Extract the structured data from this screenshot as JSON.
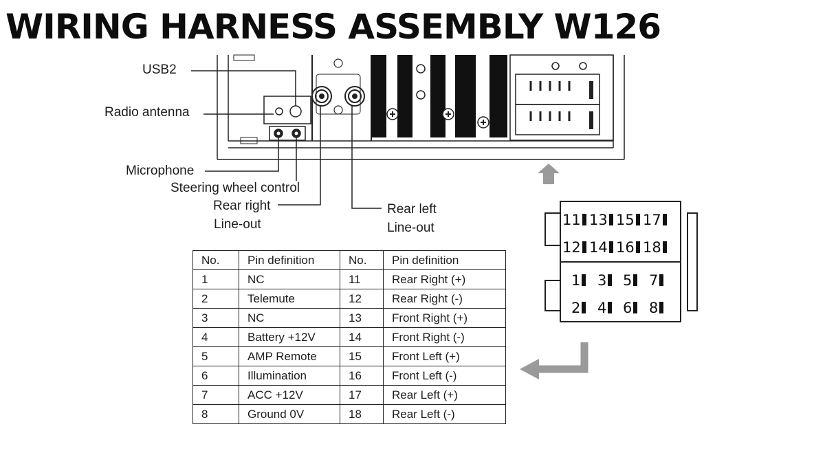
{
  "title": "WIRING HARNESS ASSEMBLY W126",
  "callouts": {
    "usb2": "USB2",
    "radio_antenna": "Radio antenna",
    "microphone": "Microphone",
    "steering_wheel_control": "Steering wheel control",
    "rear_right": "Rear right",
    "rear_right_lineout": "Line-out",
    "rear_left": "Rear left",
    "rear_left_lineout": "Line-out"
  },
  "pin_table": {
    "headers": [
      "No.",
      "Pin definition",
      "No.",
      "Pin definition"
    ],
    "rows": [
      [
        "1",
        "NC",
        "11",
        "Rear Right (+)"
      ],
      [
        "2",
        "Telemute",
        "12",
        "Rear Right (-)"
      ],
      [
        "3",
        "NC",
        "13",
        "Front Right (+)"
      ],
      [
        "4",
        "Battery +12V",
        "14",
        "Front Right (-)"
      ],
      [
        "5",
        "AMP Remote",
        "15",
        "Front Left (+)"
      ],
      [
        "6",
        "Illumination",
        "16",
        "Front Left (-)"
      ],
      [
        "7",
        "ACC +12V",
        "17",
        "Rear Left (+)"
      ],
      [
        "8",
        "Ground 0V",
        "18",
        "Rear Left (-)"
      ]
    ]
  },
  "connector": {
    "upper_row1": [
      "11",
      "13",
      "15",
      "17"
    ],
    "upper_row2": [
      "12",
      "14",
      "16",
      "18"
    ],
    "lower_row1": [
      "1",
      "3",
      "5",
      "7"
    ],
    "lower_row2": [
      "2",
      "4",
      "6",
      "8"
    ]
  },
  "colors": {
    "ink": "#1a1a1a",
    "arrow": "#9a9a9a"
  }
}
